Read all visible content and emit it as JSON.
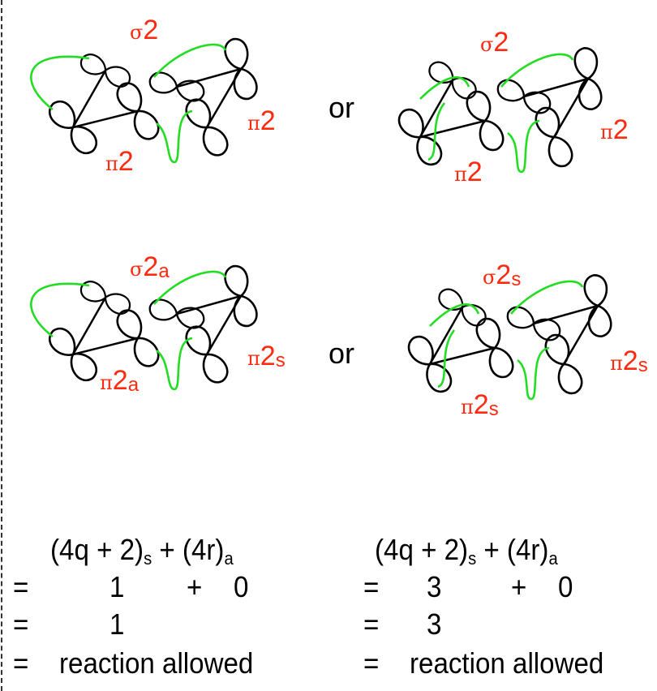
{
  "diagrams": [
    {
      "sigma_label": "σ",
      "sigma_sup": "2",
      "sigma_sub": "",
      "pi_right": "π",
      "pi_right_sup": "2",
      "pi_right_sub": "",
      "pi_bottom": "π",
      "pi_bottom_sup": "2",
      "pi_bottom_sub": ""
    },
    {
      "sigma_label": "σ",
      "sigma_sup": "2",
      "sigma_sub": "",
      "pi_right": "π",
      "pi_right_sup": "2",
      "pi_right_sub": "",
      "pi_bottom": "π",
      "pi_bottom_sup": "2",
      "pi_bottom_sub": ""
    },
    {
      "sigma_label": "σ",
      "sigma_sup": "2",
      "sigma_sub": "a",
      "pi_right": "π",
      "pi_right_sup": "2",
      "pi_right_sub": "s",
      "pi_bottom": "π",
      "pi_bottom_sup": "2",
      "pi_bottom_sub": "a"
    },
    {
      "sigma_label": "σ",
      "sigma_sup": "2",
      "sigma_sub": "s",
      "pi_right": "π",
      "pi_right_sup": "2",
      "pi_right_sub": "s",
      "pi_bottom": "π",
      "pi_bottom_sup": "2",
      "pi_bottom_sub": "s"
    }
  ],
  "or_label": "or",
  "colors": {
    "lobe": "#000000",
    "overlap": "#22dd22",
    "label": "#ff2a10"
  },
  "equations": {
    "left": {
      "header_a": "(4q + 2)",
      "header_sub_s": "s",
      "header_b": " + (4r)",
      "header_sub_a": "a",
      "eq": "=",
      "row1_a": "1",
      "row1_plus": "+",
      "row1_b": "0",
      "row2": "1",
      "row3": "reaction allowed"
    },
    "right": {
      "header_a": "(4q + 2)",
      "header_sub_s": "s",
      "header_b": " + (4r)",
      "header_sub_a": "a",
      "eq": "=",
      "row1_a": "3",
      "row1_plus": "+",
      "row1_b": "0",
      "row2": "3",
      "row3": "reaction allowed"
    }
  }
}
